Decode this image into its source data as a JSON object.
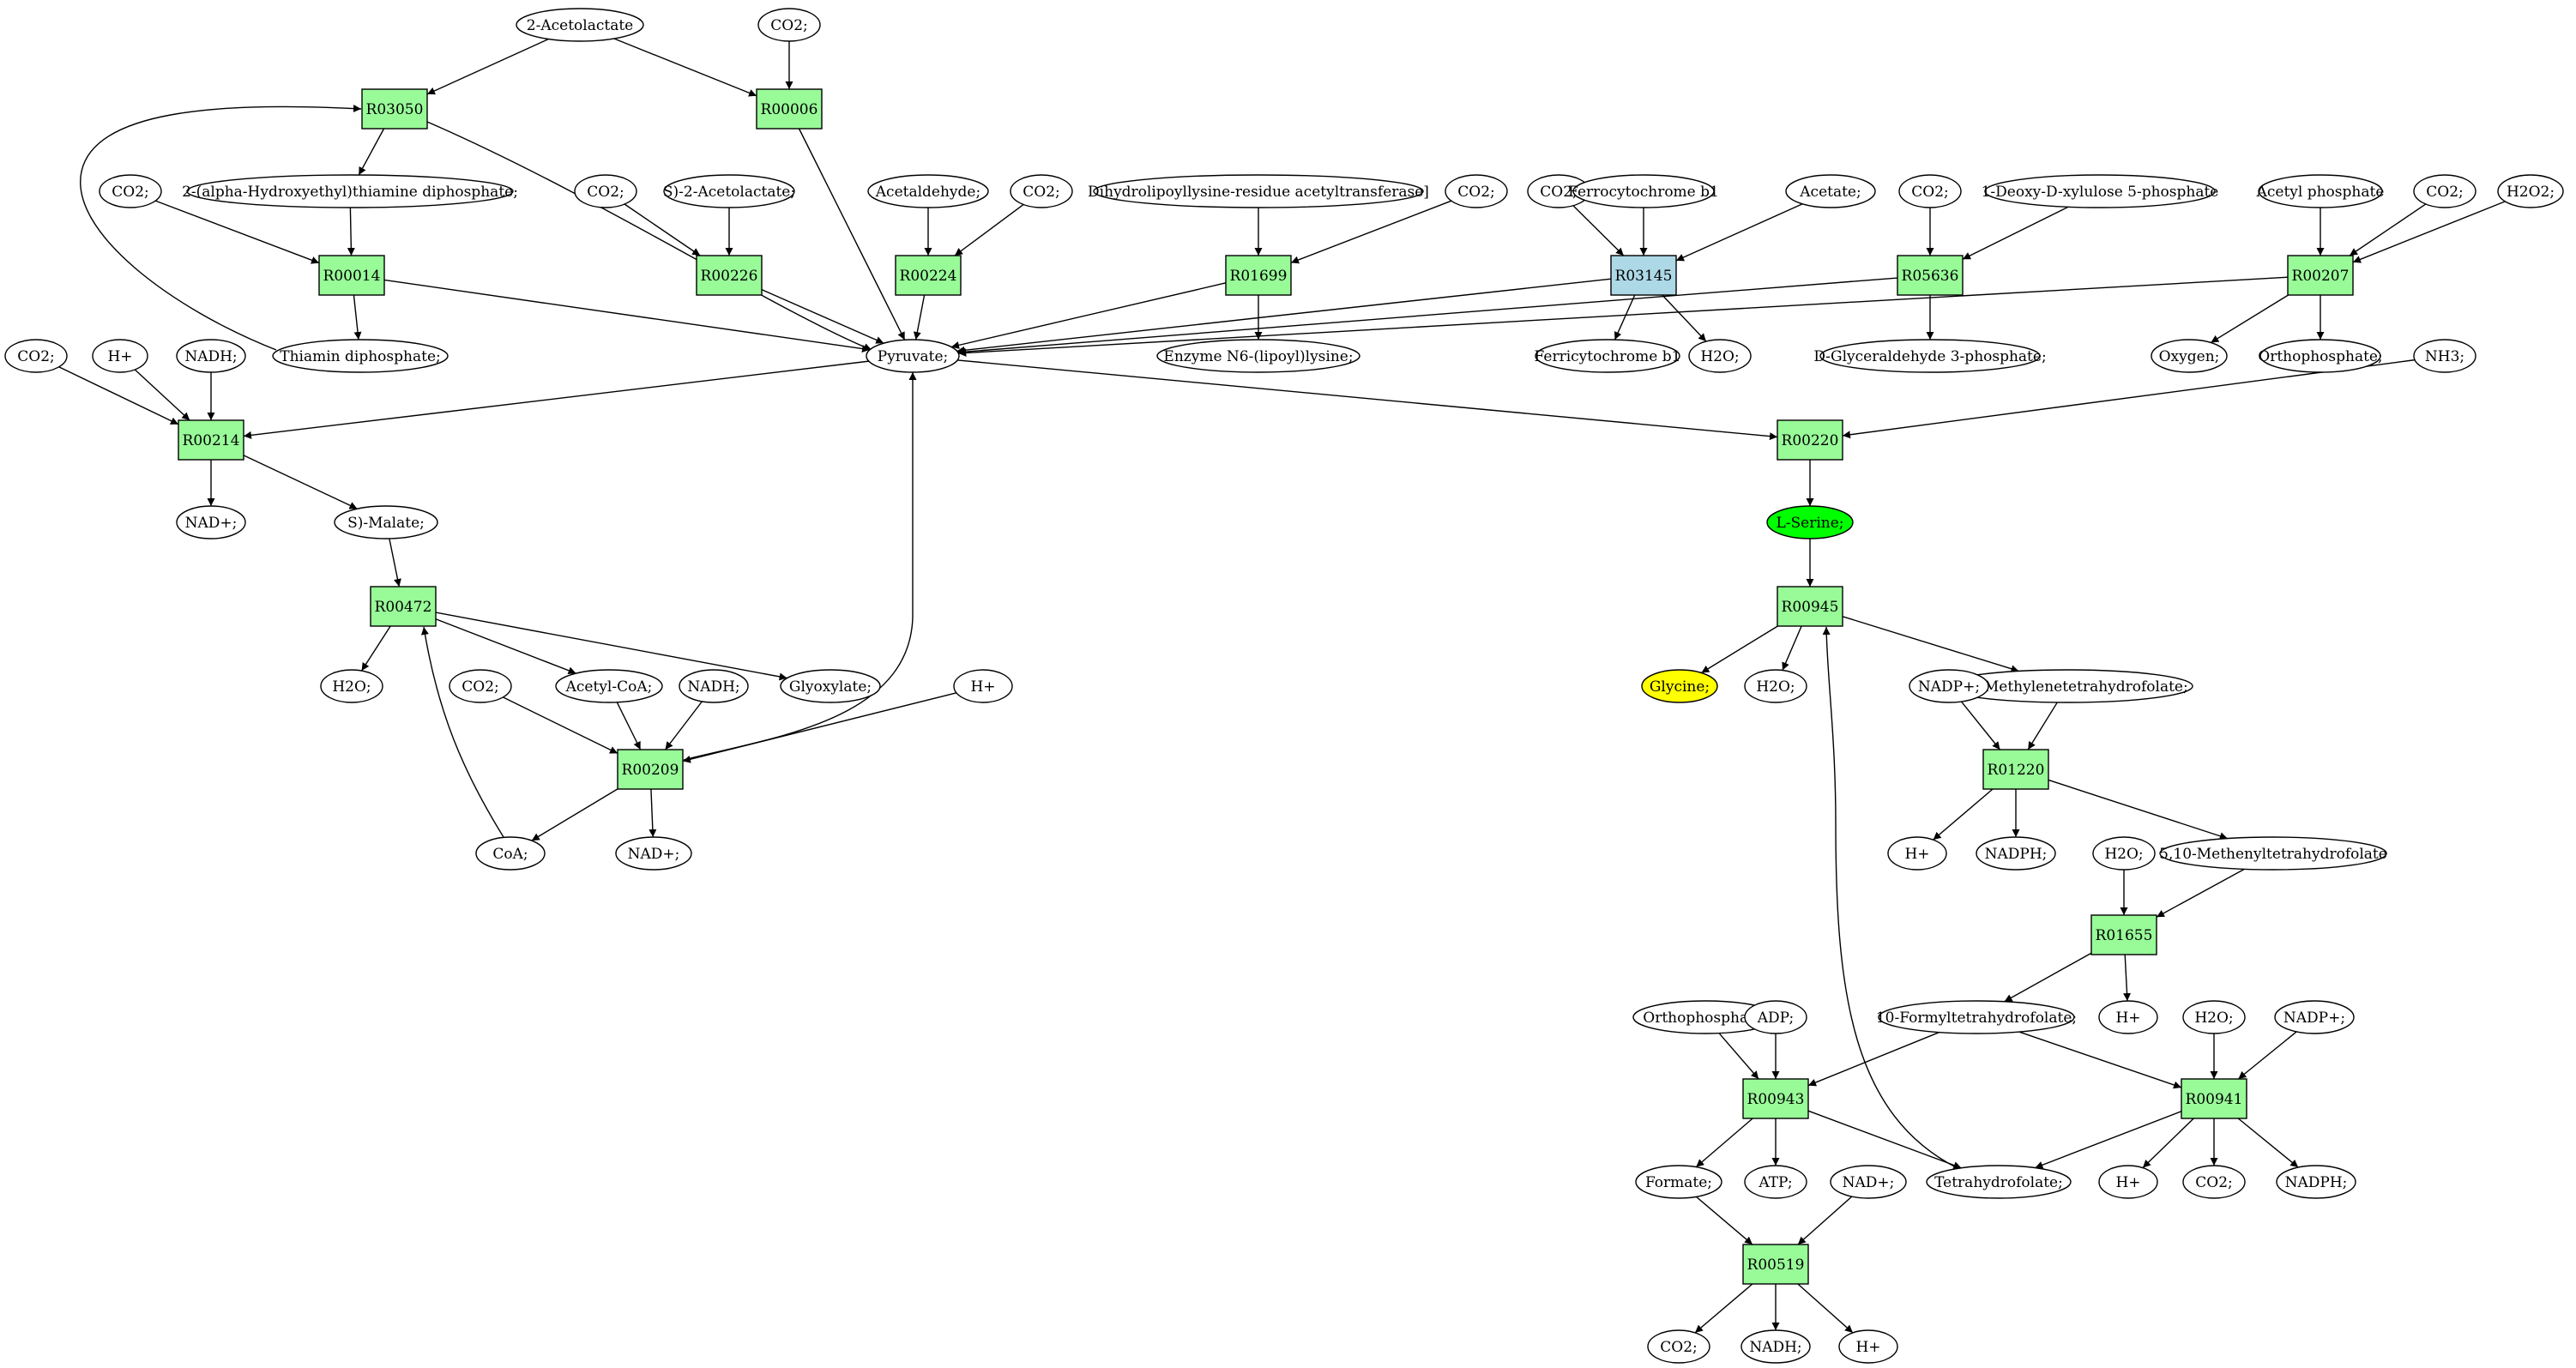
{
  "colors": {
    "reaction_fill": "#98fb98",
    "reaction_highlight_fill": "#add8e6",
    "metabolite_fill": "#ffffff",
    "source_fill": "#00ff00",
    "target_fill": "#ffff00",
    "stroke": "#000000"
  },
  "reactions": {
    "R03050": {
      "label": "R03050"
    },
    "R00006": {
      "label": "R00006"
    },
    "R00014": {
      "label": "R00014"
    },
    "R00226": {
      "label": "R00226"
    },
    "R00224": {
      "label": "R00224"
    },
    "R01699": {
      "label": "R01699"
    },
    "R03145": {
      "label": "R03145"
    },
    "R05636": {
      "label": "R05636"
    },
    "R00207": {
      "label": "R00207"
    },
    "R00214": {
      "label": "R00214"
    },
    "R00220": {
      "label": "R00220"
    },
    "R00472": {
      "label": "R00472"
    },
    "R00945": {
      "label": "R00945"
    },
    "R00209": {
      "label": "R00209"
    },
    "R01220": {
      "label": "R01220"
    },
    "R01655": {
      "label": "R01655"
    },
    "R00943": {
      "label": "R00943"
    },
    "R00941": {
      "label": "R00941"
    },
    "R00519": {
      "label": "R00519"
    }
  },
  "metabolites": {
    "acetolactate": "2-Acetolactate",
    "co2_top": "CO2;",
    "hydroxyethyl_tpp": "2-(alpha-Hydroxyethyl)thiamine diphosphate;",
    "co2_r00014": "CO2;",
    "co2_r00226": "CO2;",
    "s_acetolactate": "S)-2-Acetolactate;",
    "acetaldehyde": "Acetaldehyde;",
    "co2_r00224": "CO2;",
    "dihydrolipoyllysine": "Dihydrolipoyllysine-residue acetyltransferase]",
    "co2_r01699": "CO2;",
    "co2_r03145": "CO2;",
    "ferrocytochrome": "Ferrocytochrome b1",
    "acetate": "Acetate;",
    "co2_r05636": "CO2;",
    "deoxyxylulose": "1-Deoxy-D-xylulose 5-phosphate",
    "acetyl_phosphate": "Acetyl phosphate",
    "co2_r00207": "CO2;",
    "h2o2": "H2O2;",
    "thiamin_dp": "Thiamin diphosphate;",
    "pyruvate": "Pyruvate;",
    "enzyme_lipoyl": "Enzyme N6-(lipoyl)lysine;",
    "ferricytochrome": "Ferricytochrome b1",
    "h2o_r03145": "H2O;",
    "glyceraldehyde": "D-Glyceraldehyde 3-phosphate;",
    "oxygen": "Oxygen;",
    "orthophosphate_r00207": "Orthophosphate;",
    "nh3": "NH3;",
    "co2_r00214": "CO2;",
    "hplus_r00214": "H+",
    "nadh_r00214": "NADH;",
    "nadplus_r00214": "NAD+;",
    "s_malate": "S)-Malate;",
    "l_serine": "L-Serine;",
    "h2o_r00472": "H2O;",
    "acetyl_coa": "Acetyl-CoA;",
    "glyoxylate": "Glyoxylate;",
    "co2_r00209": "CO2;",
    "nadh_r00209": "NADH;",
    "hplus_r00209": "H+",
    "coa": "CoA;",
    "nadplus_r00209": "NAD+;",
    "glycine": "Glycine;",
    "h2o_r00945": "H2O;",
    "methylene_thf": "5,10-Methylenetetrahydrofolate;",
    "nadpplus_r01220": "NADP+;",
    "hplus_r01220": "H+",
    "nadph_r01220": "NADPH;",
    "methenyl_thf": "5,10-Methenyltetrahydrofolate",
    "h2o_r01655": "H2O;",
    "formyl_thf": "10-Formyltetrahydrofolate;",
    "hplus_r01655": "H+",
    "orthophosphate_r00943": "Orthophosphate;",
    "adp": "ADP;",
    "h2o_r00941": "H2O;",
    "nadpplus_r00941": "NADP+;",
    "formate": "Formate;",
    "atp": "ATP;",
    "thf": "Tetrahydrofolate;",
    "nadplus_r00519": "NAD+;",
    "hplus_r00941": "H+",
    "co2_r00941": "CO2;",
    "nadph_r00941": "NADPH;",
    "co2_r00519": "CO2;",
    "nadh_r00519": "NADH;",
    "hplus_r00519": "H+"
  }
}
